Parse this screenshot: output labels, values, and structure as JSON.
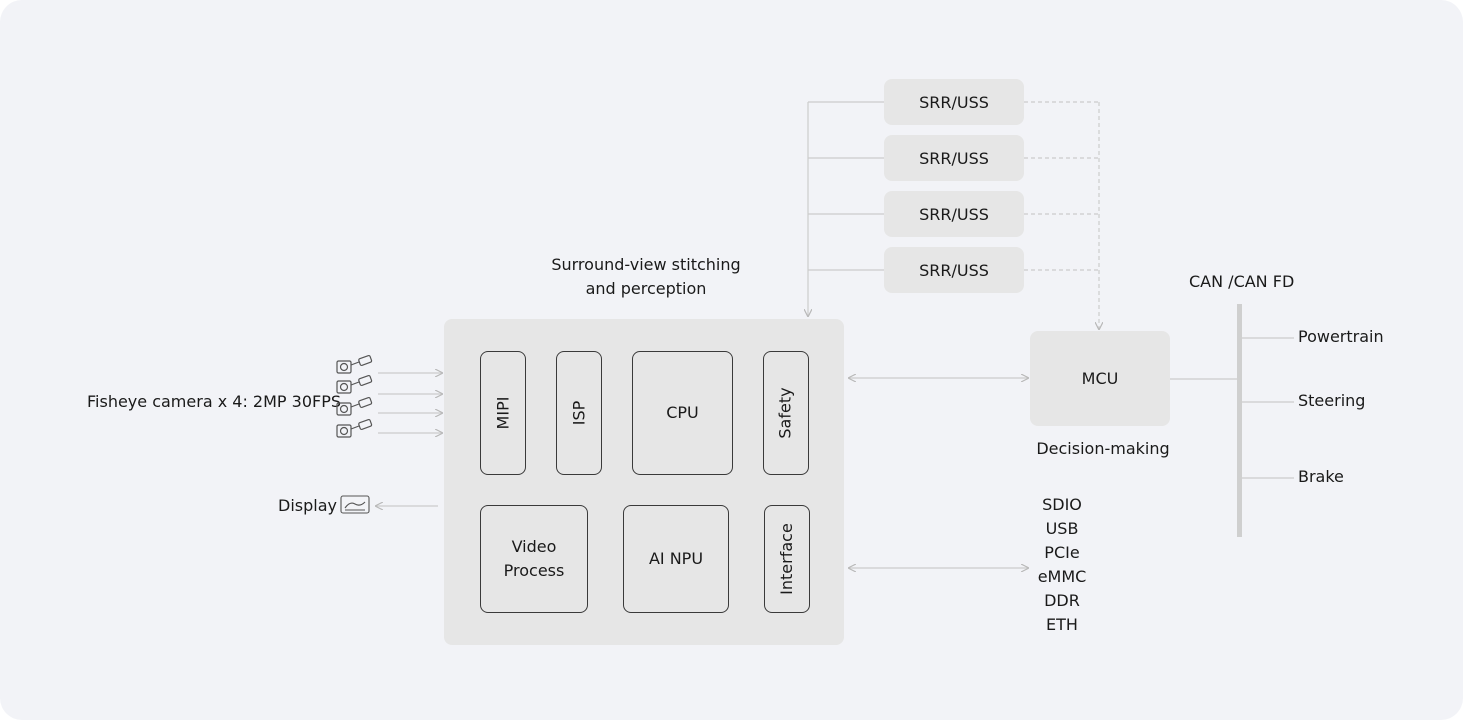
{
  "caption": {
    "line1": "Surround-view stitching",
    "line2": "and perception"
  },
  "camera_label": "Fisheye camera x 4: 2MP  30FPS",
  "display_label": "Display",
  "soc_blocks": {
    "mipi": "MIPI",
    "isp": "ISP",
    "cpu": "CPU",
    "safety": "Safety",
    "video_line1": "Video",
    "video_line2": "Process",
    "ai_npu": "AI NPU",
    "interface": "Interface"
  },
  "sensors": [
    "SRR/USS",
    "SRR/USS",
    "SRR/USS",
    "SRR/USS"
  ],
  "mcu": {
    "label": "MCU",
    "caption": "Decision-making"
  },
  "can": {
    "title": "CAN /CAN FD",
    "nodes": [
      "Powertrain",
      "Steering",
      "Brake"
    ]
  },
  "interfaces": [
    "SDIO",
    "USB",
    "PCIe",
    "eMMC",
    "DDR",
    "ETH"
  ],
  "icons": {
    "camera": "camera-icon",
    "display": "display-icon"
  },
  "colors": {
    "background": "#f2f3f7",
    "box_fill": "#e6e6e6",
    "connector": "#c8c8c8",
    "border": "#3a3a3a"
  }
}
